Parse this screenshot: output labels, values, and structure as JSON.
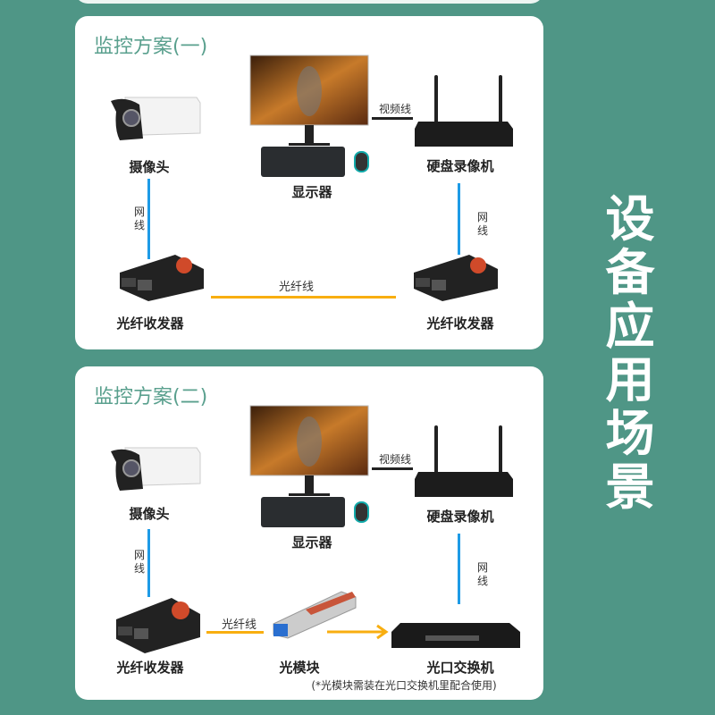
{
  "side_title": "设备应用场景",
  "schemes": [
    {
      "title": "监控方案(一)",
      "monitor": "显示器",
      "video_cable": "视频线",
      "nvr": "硬盘录像机",
      "camera": "摄像头",
      "net_cable_left": "网线",
      "net_cable_right": "网线",
      "fiber_cable": "光纤线",
      "transceiver_left": "光纤收发器",
      "transceiver_right": "光纤收发器"
    },
    {
      "title": "监控方案(二)",
      "monitor": "显示器",
      "video_cable": "视频线",
      "nvr": "硬盘录像机",
      "camera": "摄像头",
      "net_cable_left": "网线",
      "net_cable_right": "网线",
      "fiber_cable": "光纤线",
      "transceiver_left": "光纤收发器",
      "module": "光模块",
      "switch": "光口交换机",
      "note": "(*光模块需装在光口交换机里配合使用)"
    }
  ],
  "colors": {
    "background": "#4f9686",
    "title": "#5aa08e",
    "net_cable": "#1e9be6",
    "fiber_cable": "#f8ae10"
  }
}
